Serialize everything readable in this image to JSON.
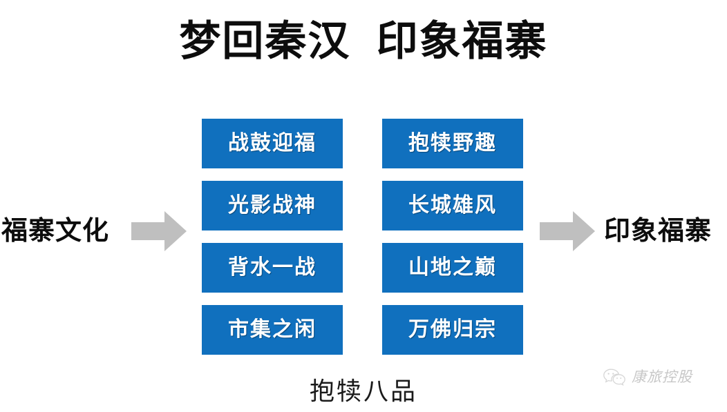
{
  "slide": {
    "title": "梦回秦汉  印象福寨",
    "background_color": "#ffffff",
    "bottom_caption": "抱犊八品"
  },
  "flow": {
    "source_label": "福寨文化",
    "target_label": "印象福寨",
    "arrow_color": "#bfbfbf",
    "arrow_left_name": "arrow-right-icon",
    "arrow_right_name": "arrow-right-icon"
  },
  "items": {
    "box_color": "#1070be",
    "text_color": "#ffffff",
    "left_column": [
      {
        "label": "战鼓迎福"
      },
      {
        "label": "光影战神"
      },
      {
        "label": "背水一战"
      },
      {
        "label": "市集之闲"
      }
    ],
    "right_column": [
      {
        "label": "抱犊野趣"
      },
      {
        "label": "长城雄风"
      },
      {
        "label": "山地之巅"
      },
      {
        "label": "万佛归宗"
      }
    ]
  },
  "watermark": {
    "icon": "wechat-icon",
    "text": "康旅控股",
    "color": "#9a9a9a"
  }
}
